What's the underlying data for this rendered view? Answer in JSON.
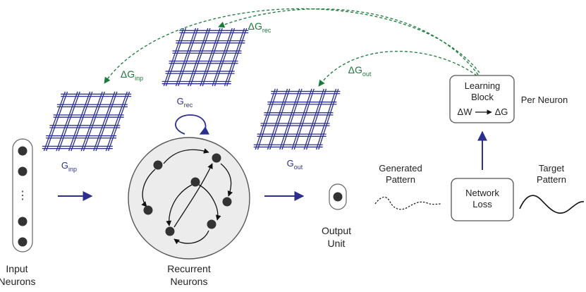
{
  "colors": {
    "grid": "#2b2f8f",
    "arrow_blue": "#2b2f8f",
    "feedback_green": "#1a7a3a",
    "neuron": "#333333",
    "pool_fill": "#ececec",
    "outline": "#555555"
  },
  "labels": {
    "input_neurons_line1": "Input",
    "input_neurons_line2": "Neurons",
    "recurrent_neurons_line1": "Recurrent",
    "recurrent_neurons_line2": "Neurons",
    "output_unit_line1": "Output",
    "output_unit_line2": "Unit",
    "generated_pattern_line1": "Generated",
    "generated_pattern_line2": "Pattern",
    "target_pattern_line1": "Target",
    "target_pattern_line2": "Pattern",
    "network_loss_line1": "Network",
    "network_loss_line2": "Loss",
    "learning_block_line1": "Learning",
    "learning_block_line2": "Block",
    "learning_block_dw": "ΔW",
    "learning_block_dg": "ΔG",
    "per_neuron": "Per Neuron",
    "input_dots": "⋮"
  },
  "weights": {
    "g_inp": {
      "base": "G",
      "sub": "inp"
    },
    "g_rec": {
      "base": "G",
      "sub": "rec"
    },
    "g_out": {
      "base": "G",
      "sub": "out"
    }
  },
  "updates": {
    "dg_inp": {
      "base": "ΔG",
      "sub": "inp"
    },
    "dg_rec": {
      "base": "ΔG",
      "sub": "rec"
    },
    "dg_out": {
      "base": "ΔG",
      "sub": "out"
    }
  }
}
